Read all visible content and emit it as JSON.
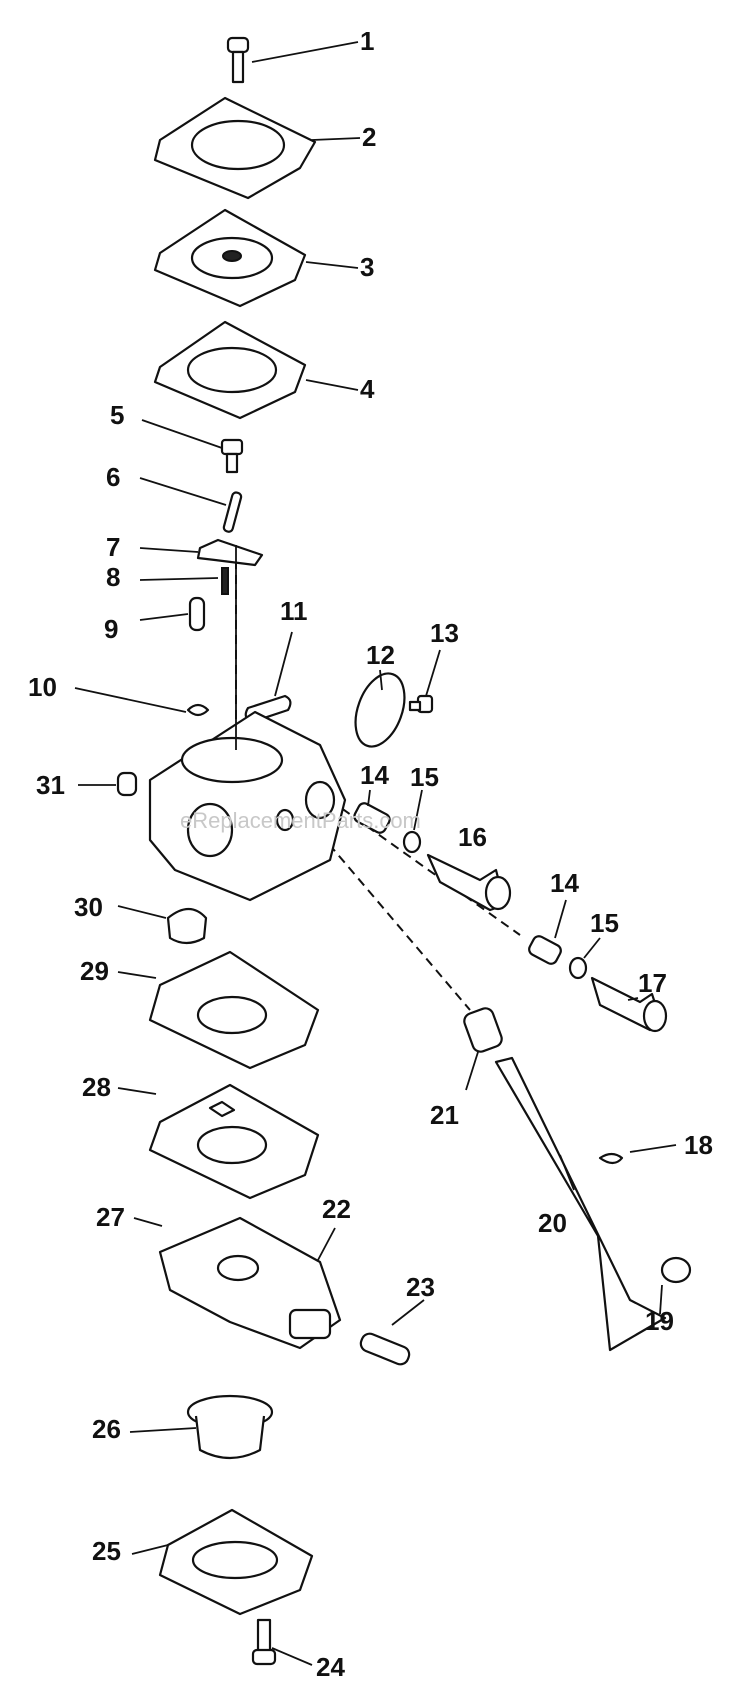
{
  "watermark": "eReplacementParts.com",
  "callouts": [
    "1",
    "2",
    "3",
    "4",
    "5",
    "6",
    "7",
    "8",
    "9",
    "10",
    "11",
    "12",
    "13",
    "14",
    "15",
    "16",
    "14",
    "15",
    "17",
    "18",
    "19",
    "20",
    "21",
    "22",
    "23",
    "24",
    "25",
    "26",
    "27",
    "28",
    "29",
    "30",
    "31"
  ]
}
